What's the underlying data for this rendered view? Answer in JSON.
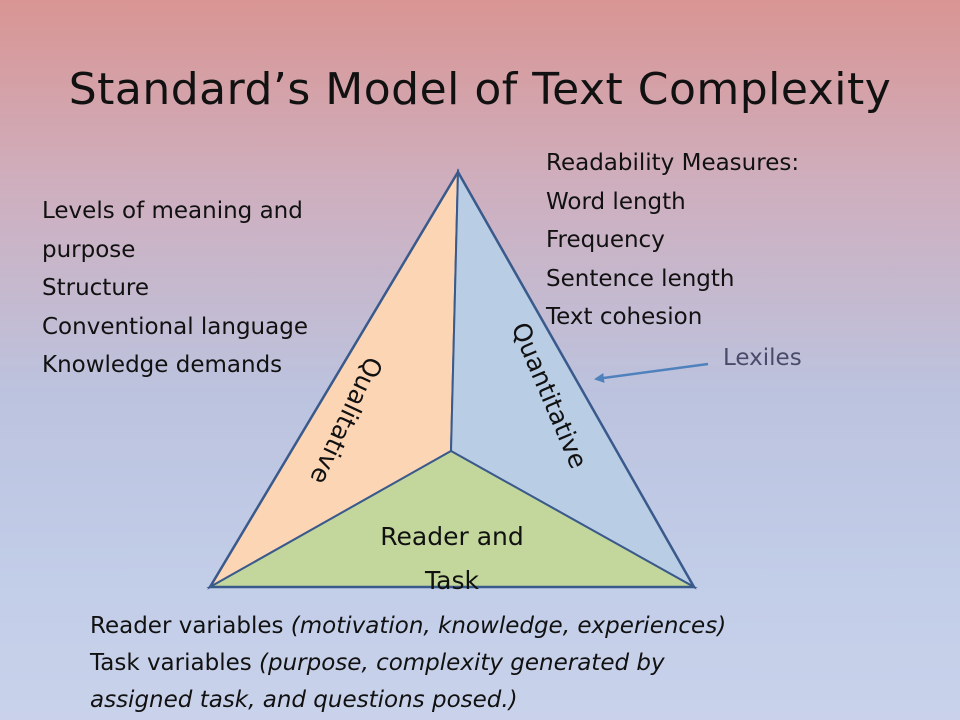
{
  "title": "Standard’s Model of Text Complexity",
  "qualitative": {
    "label": "Qualitative",
    "items": [
      "Levels of meaning and",
      "purpose",
      "Structure",
      "Conventional language",
      "Knowledge demands"
    ]
  },
  "quantitative": {
    "label": "Quantitative",
    "items": [
      "Readability Measures:",
      "Word length",
      "Frequency",
      "Sentence length",
      "Text cohesion"
    ],
    "callout": "Lexiles"
  },
  "reader_task": {
    "label_line1": "Reader and",
    "label_line2": "Task",
    "reader_label": "Reader variables ",
    "reader_detail": "(motivation, knowledge, experiences)",
    "task_label": "Task variables ",
    "task_detail_line1": "(purpose, complexity generated by",
    "task_detail_line2": "assigned task, and questions posed.)"
  },
  "colors": {
    "qualitative_fill": "#fcd5b5",
    "quantitative_fill": "#b9cde5",
    "reader_fill": "#c3d69b",
    "outline": "#3a5a8c",
    "arrow": "#4f81bd"
  }
}
